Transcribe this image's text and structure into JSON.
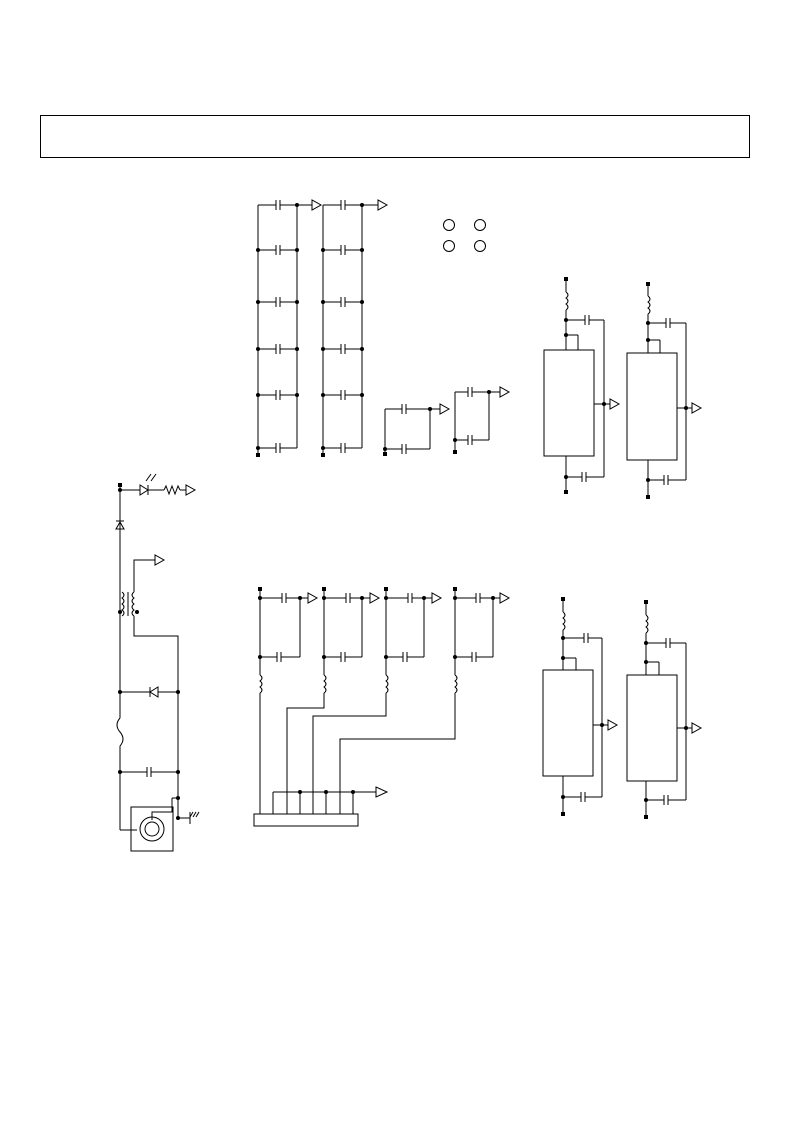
{
  "header": {
    "title": ""
  },
  "colors": {
    "ink": "#000000",
    "paper": "#ffffff"
  },
  "schematic": {
    "sheet": "evaluation-board-circuit",
    "regions": [
      "decoupling-capacitor-array",
      "mounting-holes",
      "regulator-blocks",
      "power-input-section",
      "output-filter-section"
    ]
  }
}
